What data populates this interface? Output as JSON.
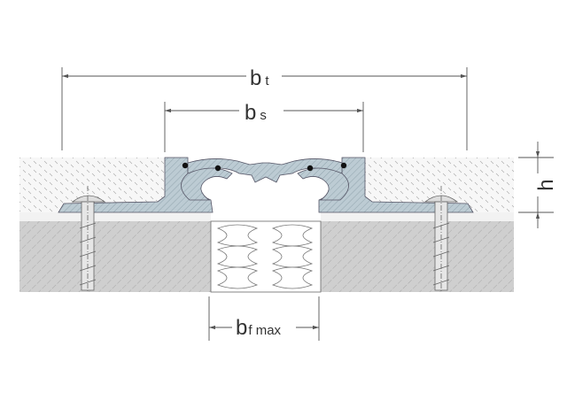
{
  "dimensions": {
    "total_width": {
      "main": "b",
      "sub": "t"
    },
    "profile_width": {
      "main": "b",
      "sub": "s"
    },
    "height": {
      "main": "h"
    },
    "gap_width": {
      "main": "b",
      "sub": "f max"
    }
  },
  "colors": {
    "profile": "#bccbd3",
    "concrete": "#cfcfcf",
    "screed": "#f4f4f4",
    "line": "#555555"
  }
}
